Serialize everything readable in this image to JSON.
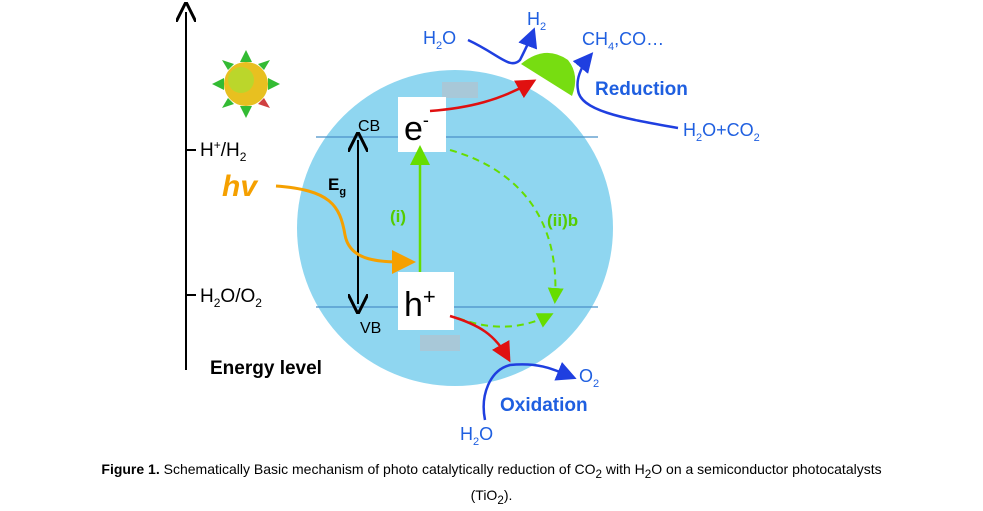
{
  "axis": {
    "title": "Energy level",
    "h_plus": "H",
    "h_plus_sup": "+",
    "h_plus_rest": "/H",
    "h_plus_sub": "2",
    "h2o": "H",
    "h2o_sub": "2",
    "h2o_mid": "O/O",
    "h2o_sub2": "2"
  },
  "hv": "hv",
  "eg": "E",
  "eg_sub": "g",
  "cb": "CB",
  "vb": "VB",
  "electron": "e",
  "electron_sup": "-",
  "hole": "h",
  "hole_sup": "+",
  "path_i": "(i)",
  "path_iib": "(ii)b",
  "reduction": {
    "label": "Reduction",
    "h2o_a": "H",
    "h2o_sub": "2",
    "h2o_b": "O",
    "h2_a": "H",
    "h2_sub": "2",
    "prod_a": "CH",
    "prod_sub": "4",
    "prod_b": ",CO…",
    "react_a": "H",
    "react_sub": "2",
    "react_b": "O+CO",
    "react_sub2": "2"
  },
  "oxidation": {
    "label": "Oxidation",
    "o2_a": "O",
    "o2_sub": "2",
    "h2o_a": "H",
    "h2o_sub": "2",
    "h2o_b": "O"
  },
  "caption": {
    "bold": "Figure 1.",
    "text1": " Schematically Basic mechanism of photo catalytically reduction of CO",
    "sub1": "2",
    "text2": " with H",
    "sub2": "2",
    "text3": "O on a semiconductor photocatalysts",
    "line2a": "(TiO",
    "line2sub": "2",
    "line2b": ")."
  }
}
